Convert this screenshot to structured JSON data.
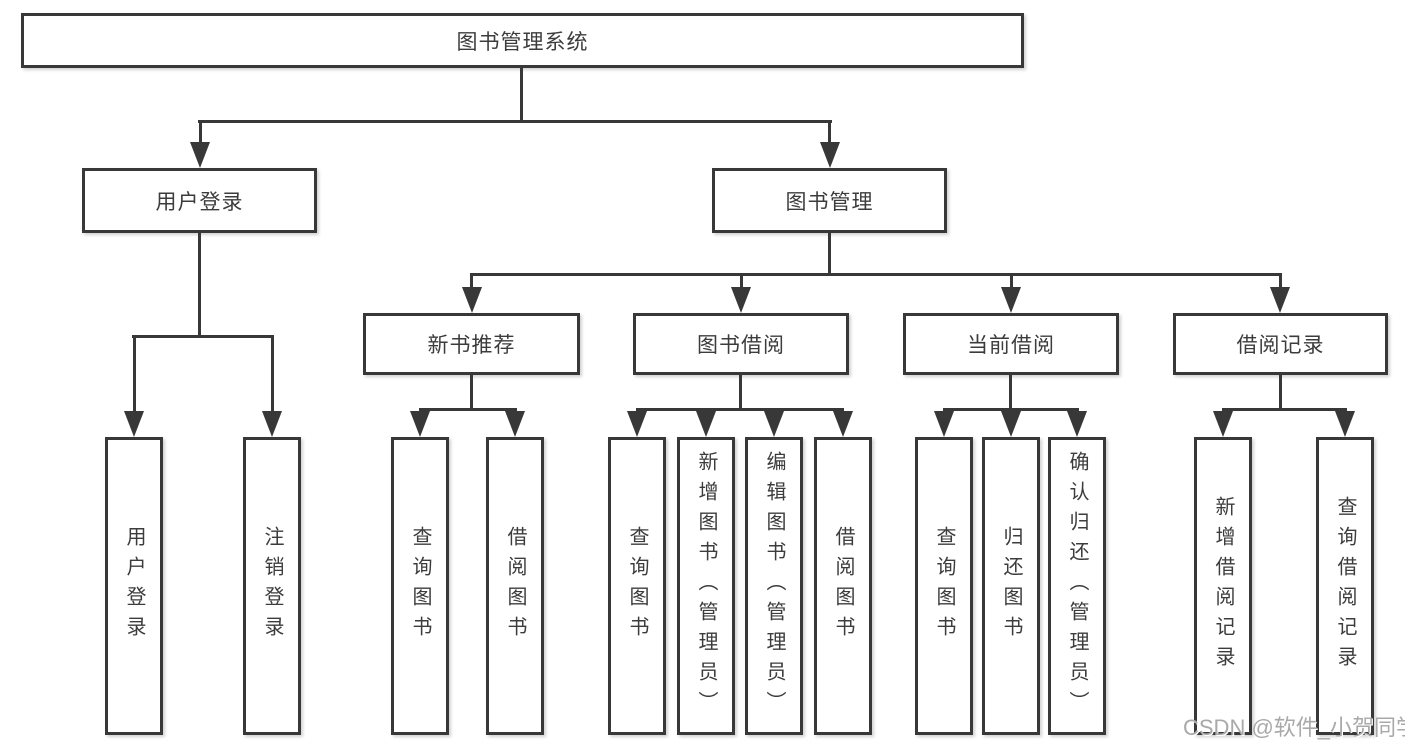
{
  "title": "图书管理系统",
  "nodes": {
    "root": "图书管理系统",
    "l2": [
      "用户登录",
      "图书管理"
    ],
    "l3": [
      "新书推荐",
      "图书借阅",
      "当前借阅",
      "借阅记录"
    ],
    "leaves_login": [
      "用户登录",
      "注销登录"
    ],
    "leaves_newbook": [
      "查询图书",
      "借阅图书"
    ],
    "leaves_borrow": [
      "查询图书",
      "新增图书（管理员）",
      "编辑图书（管理员）",
      "借阅图书"
    ],
    "leaves_current": [
      "查询图书",
      "归还图书",
      "确认归还（管理员）"
    ],
    "leaves_records": [
      "新增借阅记录",
      "查询借阅记录"
    ]
  },
  "watermark": "CSDN @软件_小贺同学",
  "colors": {
    "line": "#383838",
    "text": "#3c3c3c",
    "background": "#ffffff",
    "watermark": "#a9a9a9"
  }
}
